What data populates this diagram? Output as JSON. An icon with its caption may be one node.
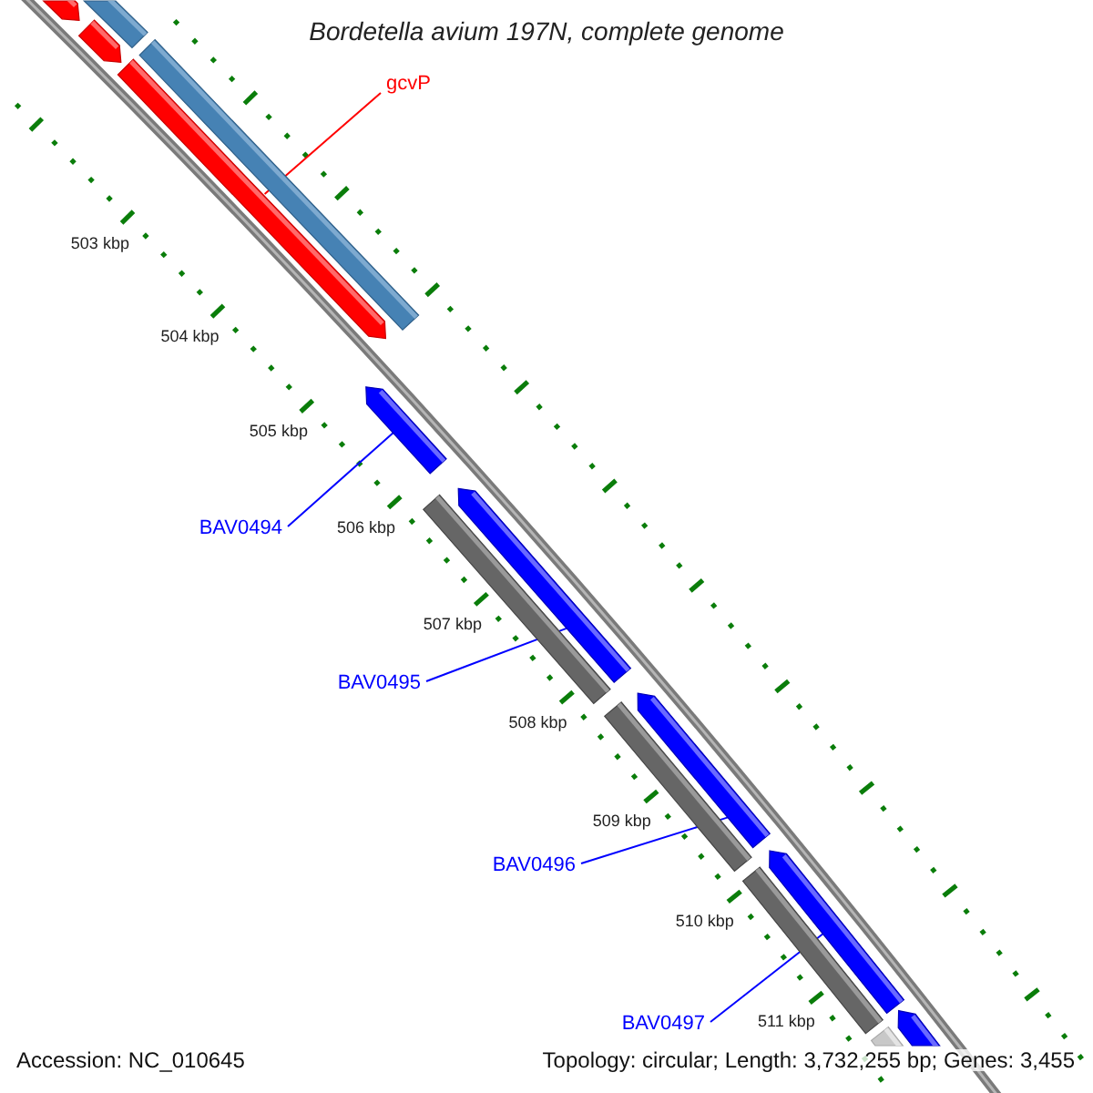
{
  "diagram": {
    "title": "Bordetella avium 197N, complete genome",
    "nodes": [
      {
        "text": [
          "gcvP"
        ]
      },
      {
        "text": [
          "BAV0494"
        ]
      },
      {
        "text": [
          "BAV0495"
        ]
      },
      {
        "text": [
          "BAV0496"
        ]
      },
      {
        "text": [
          "BAV0497"
        ]
      },
      {
        "text": [],
        "shape": "bar"
      },
      {
        "text": [],
        "shape": "bar"
      },
      {
        "text": [],
        "shape": "bar"
      },
      {
        "text": [],
        "shape": "bar"
      },
      {
        "text": [],
        "shape": "bar"
      },
      {
        "text": [],
        "shape": "bar"
      },
      {
        "text": [],
        "shape": "bar"
      },
      {
        "text": [],
        "shape": "bar"
      },
      {
        "text": [],
        "shape": "bar"
      },
      {
        "text": [],
        "shape": "bar"
      },
      {
        "text": [],
        "shape": "bar"
      },
      {
        "text": [],
        "shape": "bar"
      },
      {
        "text": [],
        "shape": "bar"
      },
      {
        "text": [],
        "shape": "bar"
      }
    ],
    "edges": [
      {
        "from": 0,
        "to": 8,
        "arrow": "none",
        "color": "#ff0000"
      },
      {
        "from": 1,
        "to": 10,
        "arrow": "none"
      },
      {
        "from": 2,
        "to": 12,
        "arrow": "none"
      },
      {
        "from": 3,
        "to": 14,
        "arrow": "none"
      },
      {
        "from": 4,
        "to": 16,
        "arrow": "none"
      }
    ],
    "labels": [
      "503 kbp",
      "504 kbp",
      "505 kbp",
      "506 kbp",
      "507 kbp",
      "508 kbp",
      "509 kbp",
      "510 kbp",
      "511 kbp",
      "Accession: NC_010645",
      "Topology: circular; Length: 3,732,255 bp; Genes: 3,455"
    ]
  }
}
